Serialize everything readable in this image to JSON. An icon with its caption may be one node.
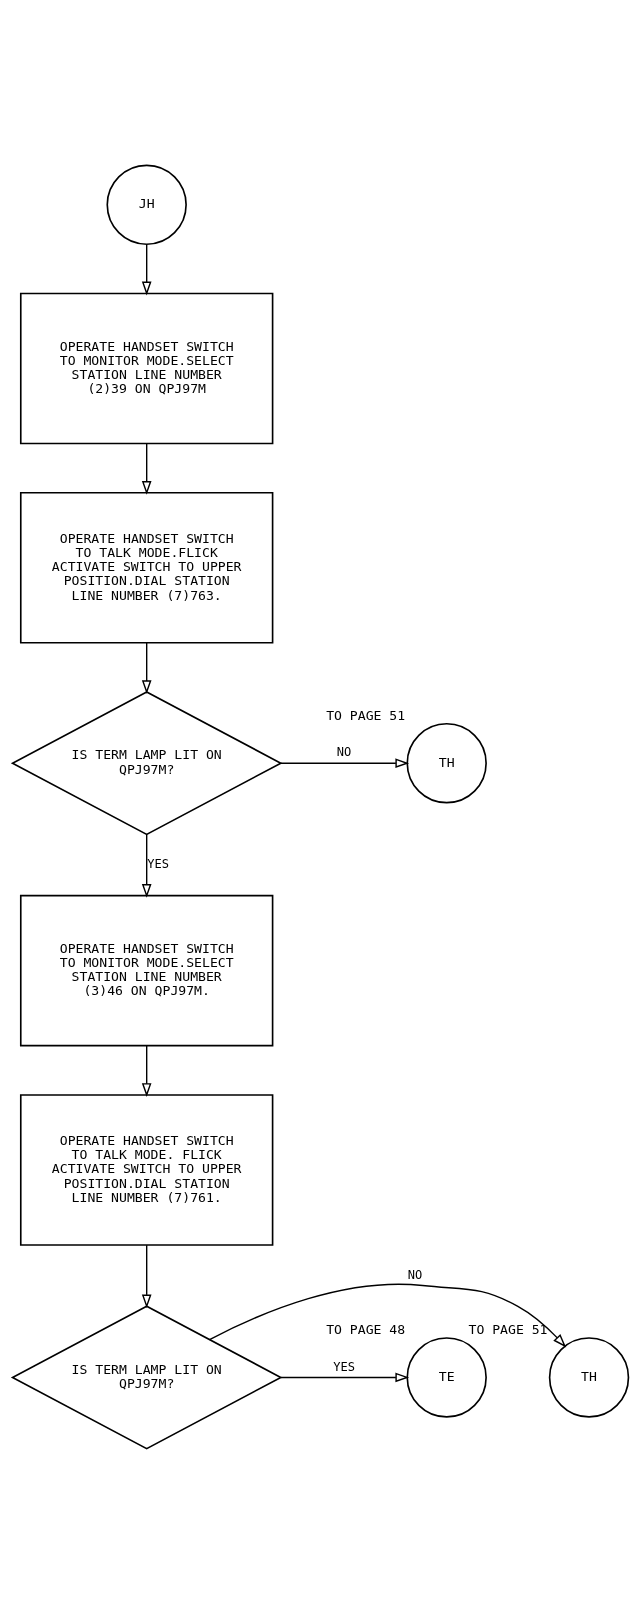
{
  "diagram": {
    "nodes": [
      {
        "text": [
          "JH"
        ]
      },
      {
        "text": [
          "OPERATE HANDSET SWITCH TO MONITOR MODE.SELECT STATION LINE NUMBER (2)39 ON QPJ97M"
        ]
      },
      {
        "text": [
          "OPERATE HANDSET SWITCH TO TALK MODE.FLICK ACTIVATE SWITCH TO UPPER POSITION.DIAL STATION LINE NUMBER (7)763."
        ]
      },
      {
        "text": [
          "IS TERM LAMP LIT ON QPJ97M?"
        ]
      },
      {
        "text": [
          "TH"
        ],
        "beside": [
          "TO PAGE 51"
        ]
      },
      {
        "text": [
          "OPERATE HANDSET SWITCH TO MONITOR MODE.SELECT STATION LINE NUMBER (3)46 ON QPJ97M."
        ]
      },
      {
        "text": [
          "OPERATE HANDSET SWITCH TO TALK MODE. FLICK ACTIVATE SWITCH TO UPPER POSITION.DIAL STATION LINE NUMBER (7)761."
        ]
      },
      {
        "text": [
          "IS TERM LAMP LIT ON QPJ97M?"
        ]
      },
      {
        "text": [
          "TH"
        ],
        "beside": [
          "TO PAGE 51"
        ]
      },
      {
        "text": [
          "TE"
        ],
        "beside": [
          "TO PAGE 48"
        ]
      }
    ],
    "edges": [
      {
        "from": 0,
        "to": 1,
        "arrow": "to"
      },
      {
        "from": 1,
        "to": 2,
        "arrow": "to"
      },
      {
        "from": 2,
        "to": 3,
        "arrow": "to"
      },
      {
        "from": 3,
        "to": 4,
        "arrow": "to",
        "label": "NO"
      },
      {
        "from": 3,
        "to": 5,
        "arrow": "to",
        "label": "YES"
      },
      {
        "from": 5,
        "to": 6,
        "arrow": "to"
      },
      {
        "from": 6,
        "to": 7,
        "arrow": "to"
      },
      {
        "from": 7,
        "to": 8,
        "arrow": "to",
        "label": "NO"
      },
      {
        "from": 7,
        "to": 9,
        "arrow": "to",
        "label": "YES"
      }
    ]
  }
}
